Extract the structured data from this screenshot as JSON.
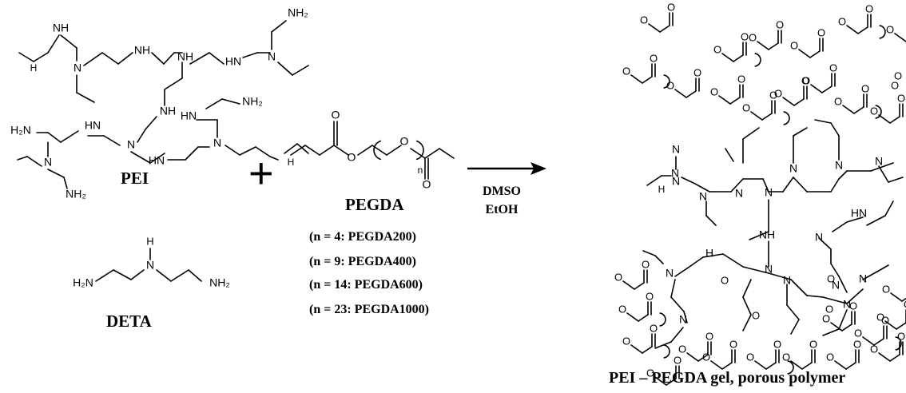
{
  "reactants": {
    "pei_label": "PEI",
    "deta_label": "DETA",
    "plus_sign": "+",
    "pegda_label": "PEGDA",
    "pegda_variants": [
      "(n = 4: PEGDA200)",
      "(n = 9: PEGDA400)",
      "(n = 14: PEGDA600)",
      "(n = 23: PEGDA1000)"
    ]
  },
  "conditions": {
    "solvent_1": "DMSO",
    "solvent_2": "EtOH"
  },
  "product": {
    "label": "PEI – PEGDA gel, porous polymer"
  },
  "atoms": {
    "nitrogen": "N",
    "amine_h": "H",
    "amine_nh": "NH",
    "amine_hn": "HN",
    "amine_nh2": "NH₂",
    "amine_h2n": "H₂N",
    "oxygen": "O",
    "repeat_n": "n"
  }
}
